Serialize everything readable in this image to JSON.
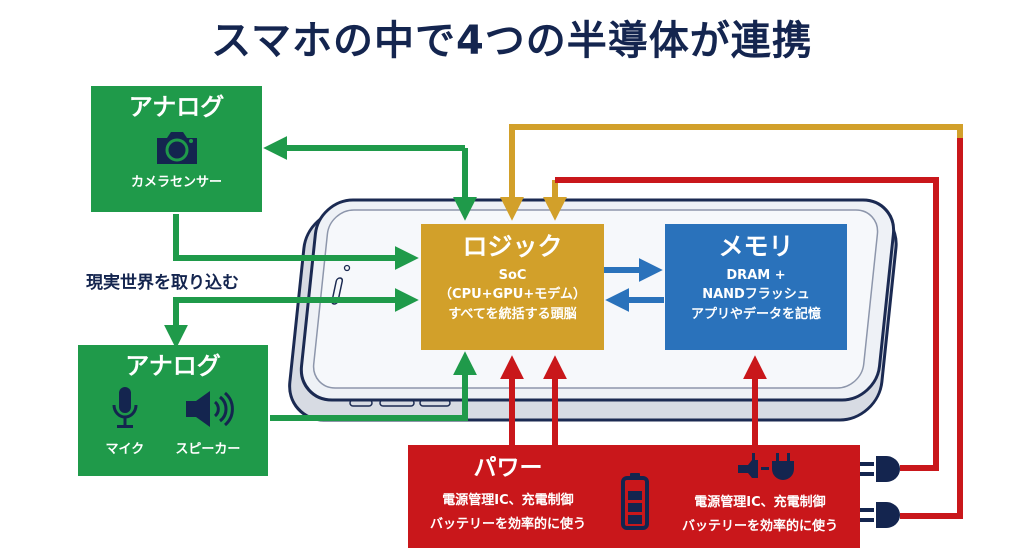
{
  "title": "スマホの中で4つの半導体が連携",
  "colors": {
    "analog": "#1f9a4a",
    "logic": "#d2a02a",
    "memory": "#2a72bb",
    "power": "#c9171b",
    "navy": "#14254f"
  },
  "analog_top": {
    "heading": "アナログ",
    "icon": "camera-icon",
    "caption": "カメラセンサー"
  },
  "side_label": "現実世界を取り込む",
  "analog_bottom": {
    "heading": "アナログ",
    "items": [
      {
        "icon": "microphone-icon",
        "label": "マイク"
      },
      {
        "icon": "speaker-icon",
        "label": "スピーカー"
      }
    ]
  },
  "logic": {
    "heading": "ロジック",
    "line1": "SoC",
    "line2": "（CPU+GPU+モデム）",
    "line3": "すべてを統括する頭脳"
  },
  "memory": {
    "heading": "メモリ",
    "line1": "DRAM +",
    "line2": "NANDフラッシュ",
    "line3": "アプリやデータを記憶"
  },
  "power": {
    "heading": "パワー",
    "left_line1": "電源管理IC、充電制御",
    "left_line2": "バッテリーを効率的に使う",
    "right_line1": "電源管理IC、充電制御",
    "right_line2": "バッテリーを効率的に使う",
    "icons": [
      "battery-icon",
      "plug-connector-icon",
      "power-plug-icon"
    ]
  }
}
